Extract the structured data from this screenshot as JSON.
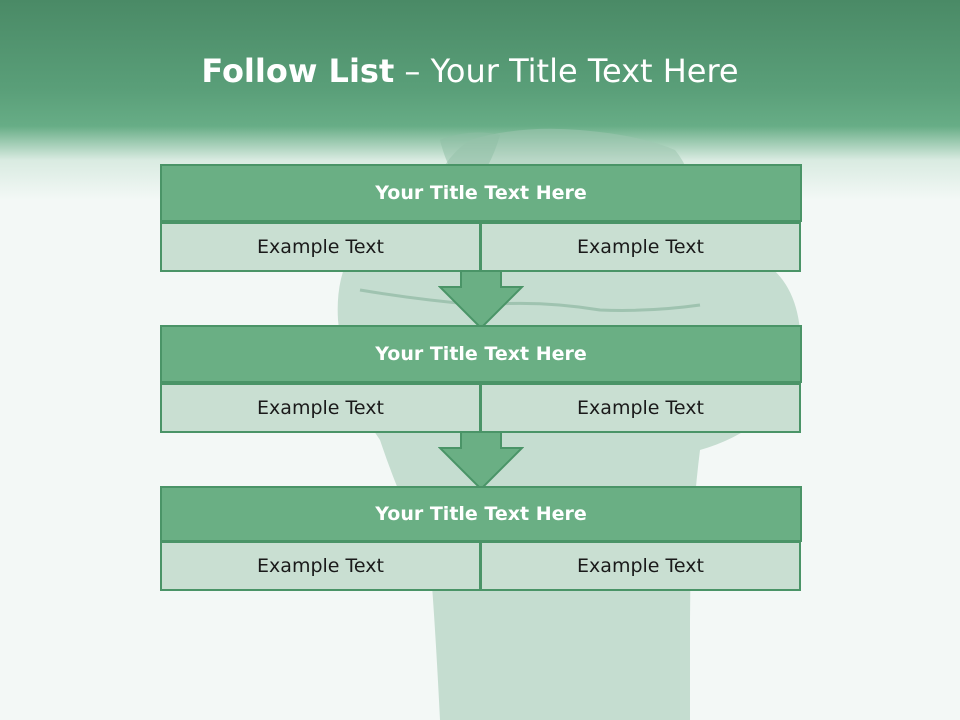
{
  "slide": {
    "title_bold": "Follow List",
    "title_rest": " – Your Title Text Here"
  },
  "blocks": [
    {
      "heading": "Your Title Text Here",
      "left": "Example Text",
      "right": "Example Text"
    },
    {
      "heading": "Your Title Text Here",
      "left": "Example Text",
      "right": "Example Text"
    },
    {
      "heading": "Your Title Text Here",
      "left": "Example Text",
      "right": "Example Text"
    }
  ],
  "colors": {
    "header_green": "#5a9f79",
    "box_title": "#6aaf84",
    "box_cell": "#c9dfd2",
    "border": "#4a9467"
  },
  "icons": [
    "fist-image",
    "down-arrow-icon"
  ]
}
